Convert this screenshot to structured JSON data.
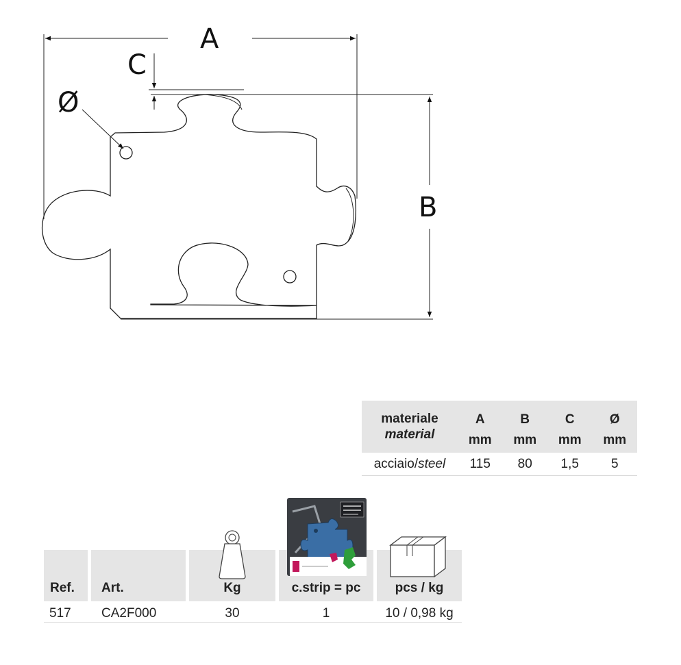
{
  "drawing": {
    "labels": {
      "a": "A",
      "b": "B",
      "c": "C",
      "diameter": "Ø"
    }
  },
  "spec_table": {
    "header_material_it": "materiale",
    "header_material_en": "material",
    "columns": [
      "A",
      "B",
      "C",
      "Ø"
    ],
    "unit": "mm",
    "rows": [
      {
        "material_it": "acciaio/",
        "material_en": "steel",
        "values": [
          "115",
          "80",
          "1,5",
          "5"
        ]
      }
    ]
  },
  "order_table": {
    "headers": {
      "ref": "Ref.",
      "art": "Art.",
      "kg": "Kg",
      "strip": "c.strip = pc",
      "pcs": "pcs / kg"
    },
    "row": {
      "ref": "517",
      "art": "CA2F000",
      "kg": "30",
      "strip": "1",
      "pcs": "10 / 0,98 kg"
    },
    "icons": [
      "weight-icon",
      "packaging-photo-icon",
      "box-icon"
    ]
  },
  "colors": {
    "band": "#e5e5e5",
    "puzzle_blue": "#3a6ea5"
  }
}
